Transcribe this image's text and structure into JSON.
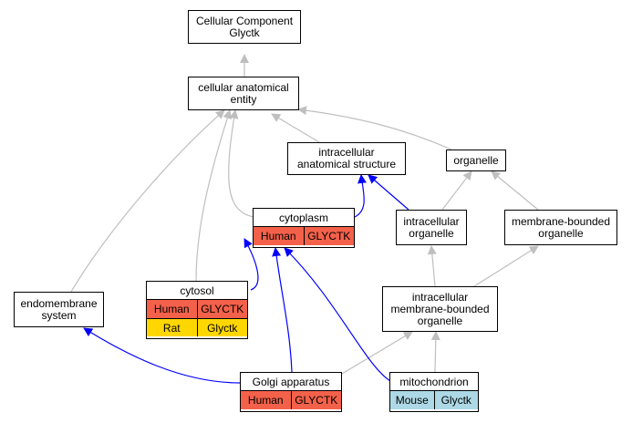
{
  "colors": {
    "isa_edge": "#bfbfbf",
    "partof_edge": "#0000ff",
    "human": "#f4614a",
    "rat": "#ffd700",
    "mouse": "#add8e6"
  },
  "nodes": {
    "cc_root": "Cellular Component\nGlyctk",
    "cae": "cellular anatomical\nentity",
    "ias": "intracellular\nanatomical structure",
    "organelle": "organelle",
    "intra_org": "intracellular\norganelle",
    "mbo": "membrane-bounded\norganelle",
    "imbo": "intracellular\nmembrane-bounded\norganelle",
    "endo": "endomembrane\nsystem",
    "cytoplasm": {
      "title": "cytoplasm",
      "rows": [
        {
          "species": "Human",
          "gene": "GLYCTK",
          "color": "#f4614a"
        }
      ]
    },
    "cytosol": {
      "title": "cytosol",
      "rows": [
        {
          "species": "Human",
          "gene": "GLYCTK",
          "color": "#f4614a"
        },
        {
          "species": "Rat",
          "gene": "Glyctk",
          "color": "#ffd700"
        }
      ]
    },
    "golgi": {
      "title": "Golgi apparatus",
      "rows": [
        {
          "species": "Human",
          "gene": "GLYCTK",
          "color": "#f4614a"
        }
      ]
    },
    "mito": {
      "title": "mitochondrion",
      "rows": [
        {
          "species": "Mouse",
          "gene": "Glyctk",
          "color": "#add8e6"
        }
      ]
    }
  }
}
